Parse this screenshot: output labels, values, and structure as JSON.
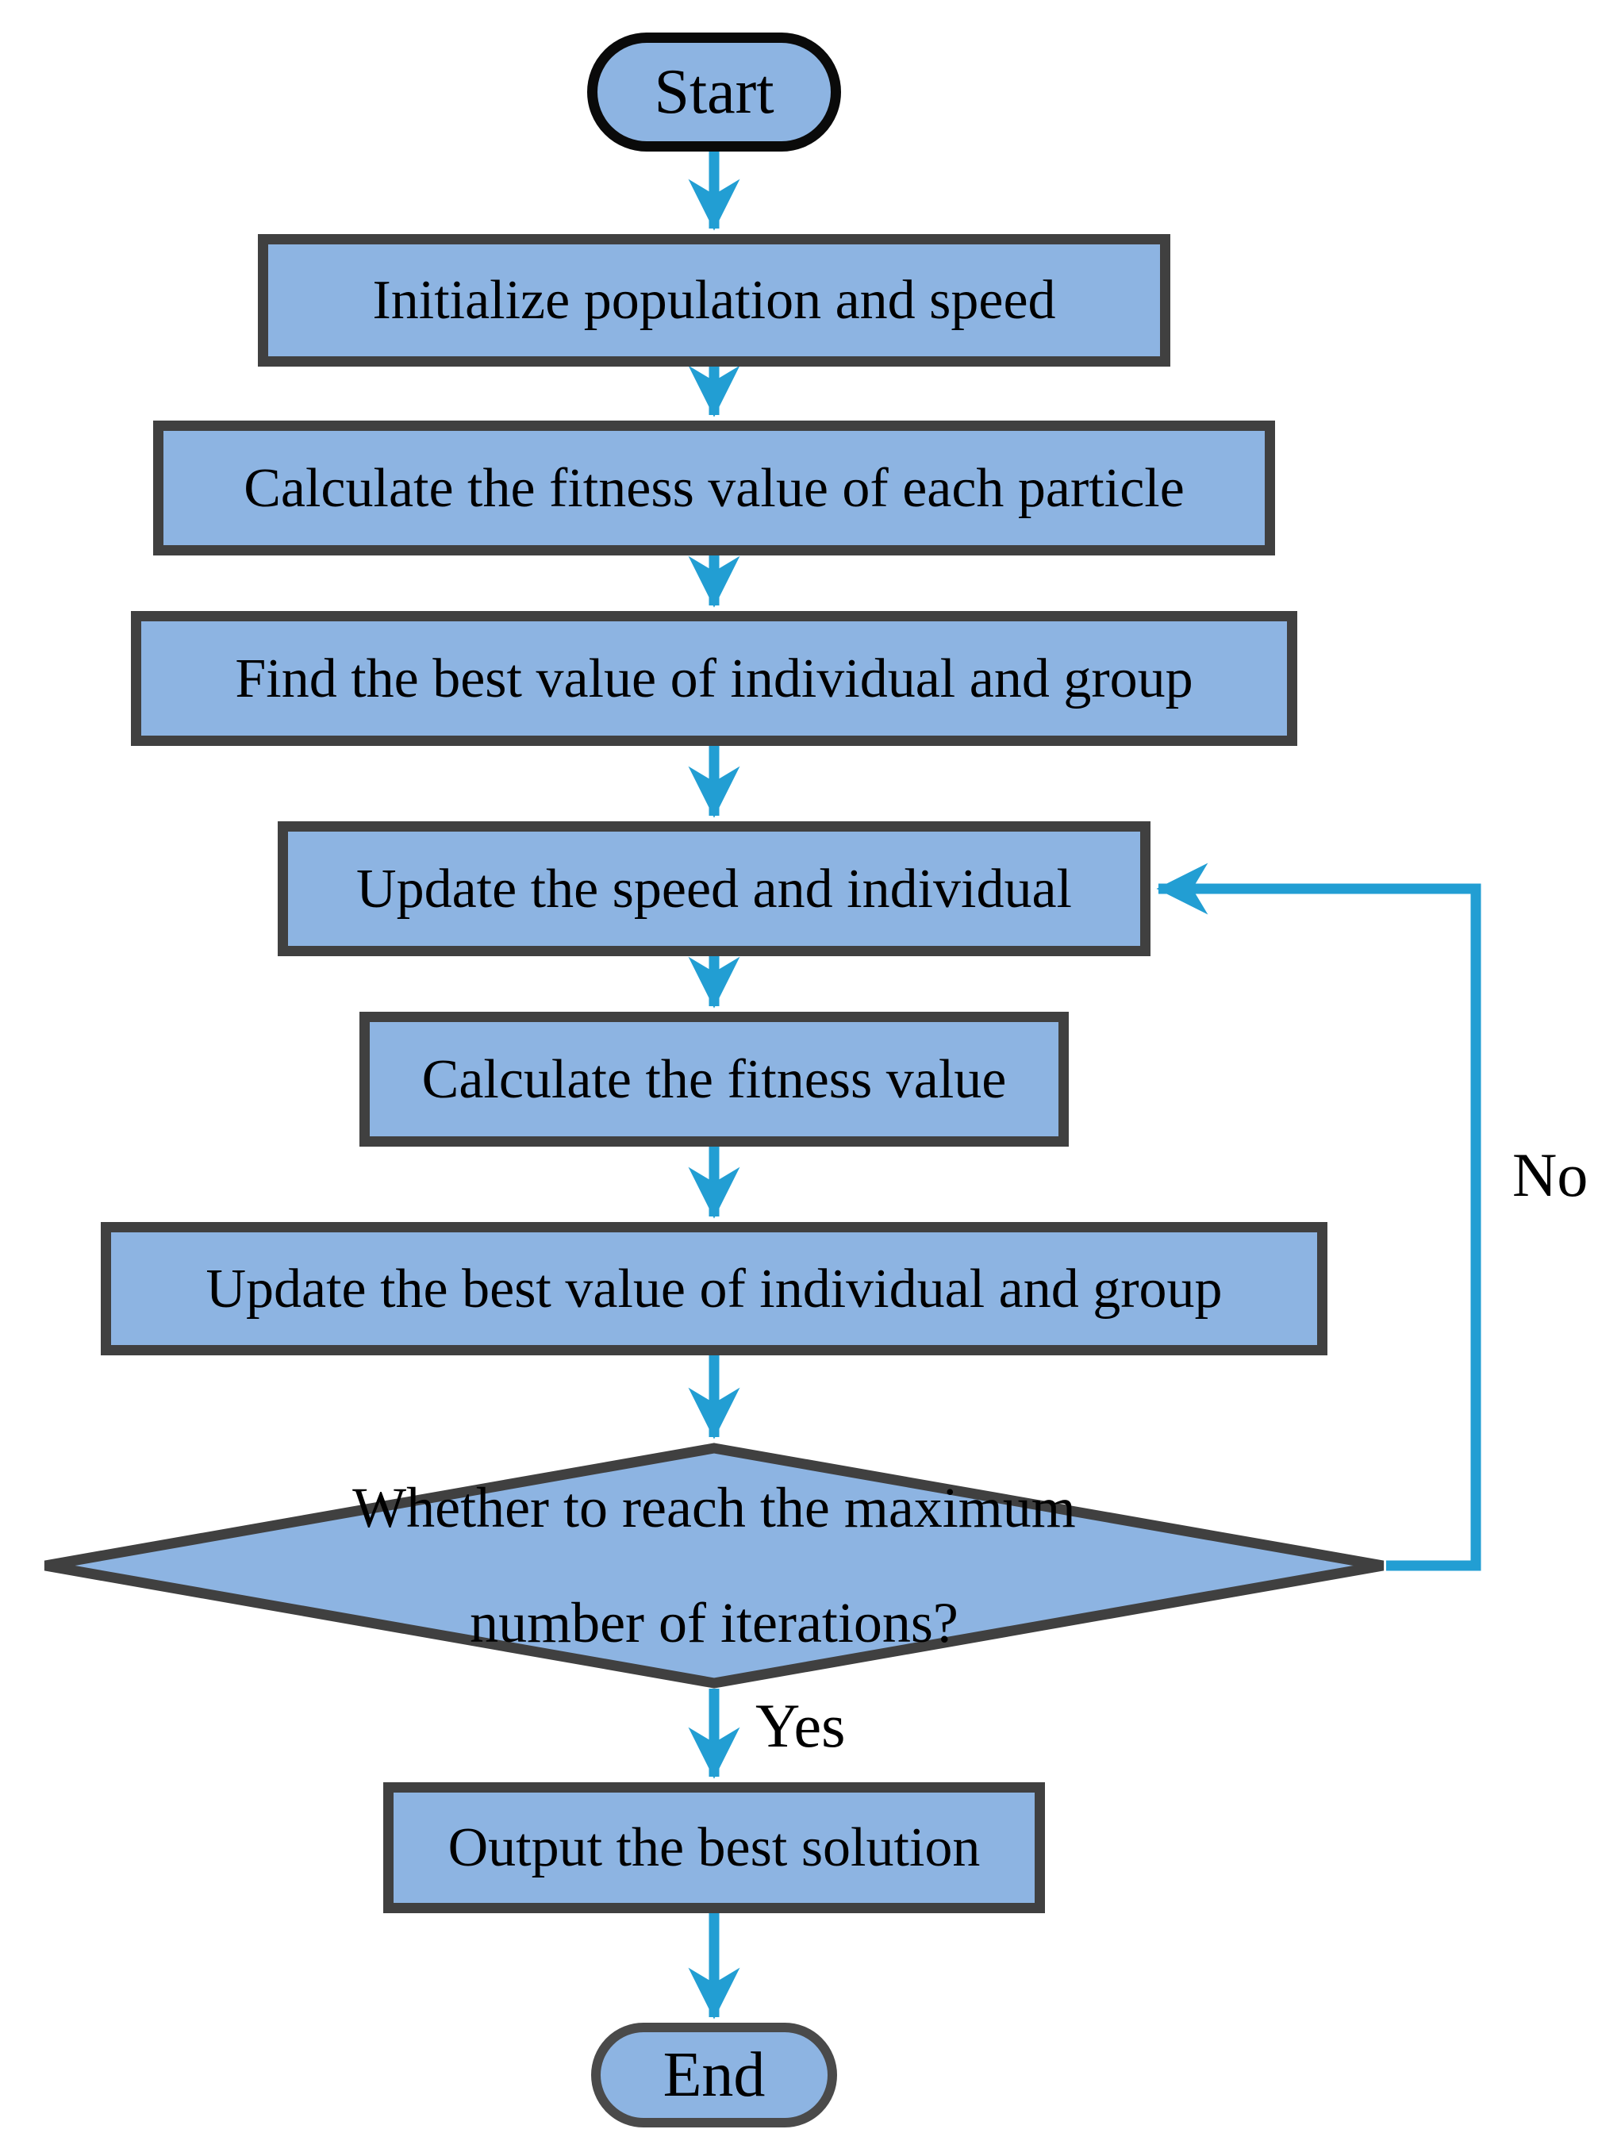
{
  "colors": {
    "node_fill": "#8DB4E2",
    "node_border": "#404040",
    "start_border": "#0a0a0a",
    "end_border": "#4a4a4a",
    "arrow": "#229ED3",
    "text": "#000000"
  },
  "nodes": {
    "start": {
      "type": "terminator",
      "label": "Start"
    },
    "init": {
      "type": "process",
      "label": "Initialize population and speed"
    },
    "calc_fitness_each": {
      "type": "process",
      "label": "Calculate the fitness value of each particle"
    },
    "find_best": {
      "type": "process",
      "label": "Find the best value of individual and group"
    },
    "update_speed": {
      "type": "process",
      "label": "Update the speed and individual"
    },
    "calc_fitness": {
      "type": "process",
      "label": "Calculate the fitness value"
    },
    "update_best": {
      "type": "process",
      "label": "Update the best value of individual and group"
    },
    "decision": {
      "type": "decision",
      "label": "Whether to reach the maximum number of iterations?",
      "line1": "Whether to reach the maximum",
      "line2": "number of iterations?"
    },
    "output": {
      "type": "process",
      "label": "Output the best solution"
    },
    "end": {
      "type": "terminator",
      "label": "End"
    }
  },
  "edge_labels": {
    "yes": "Yes",
    "no": "No"
  }
}
